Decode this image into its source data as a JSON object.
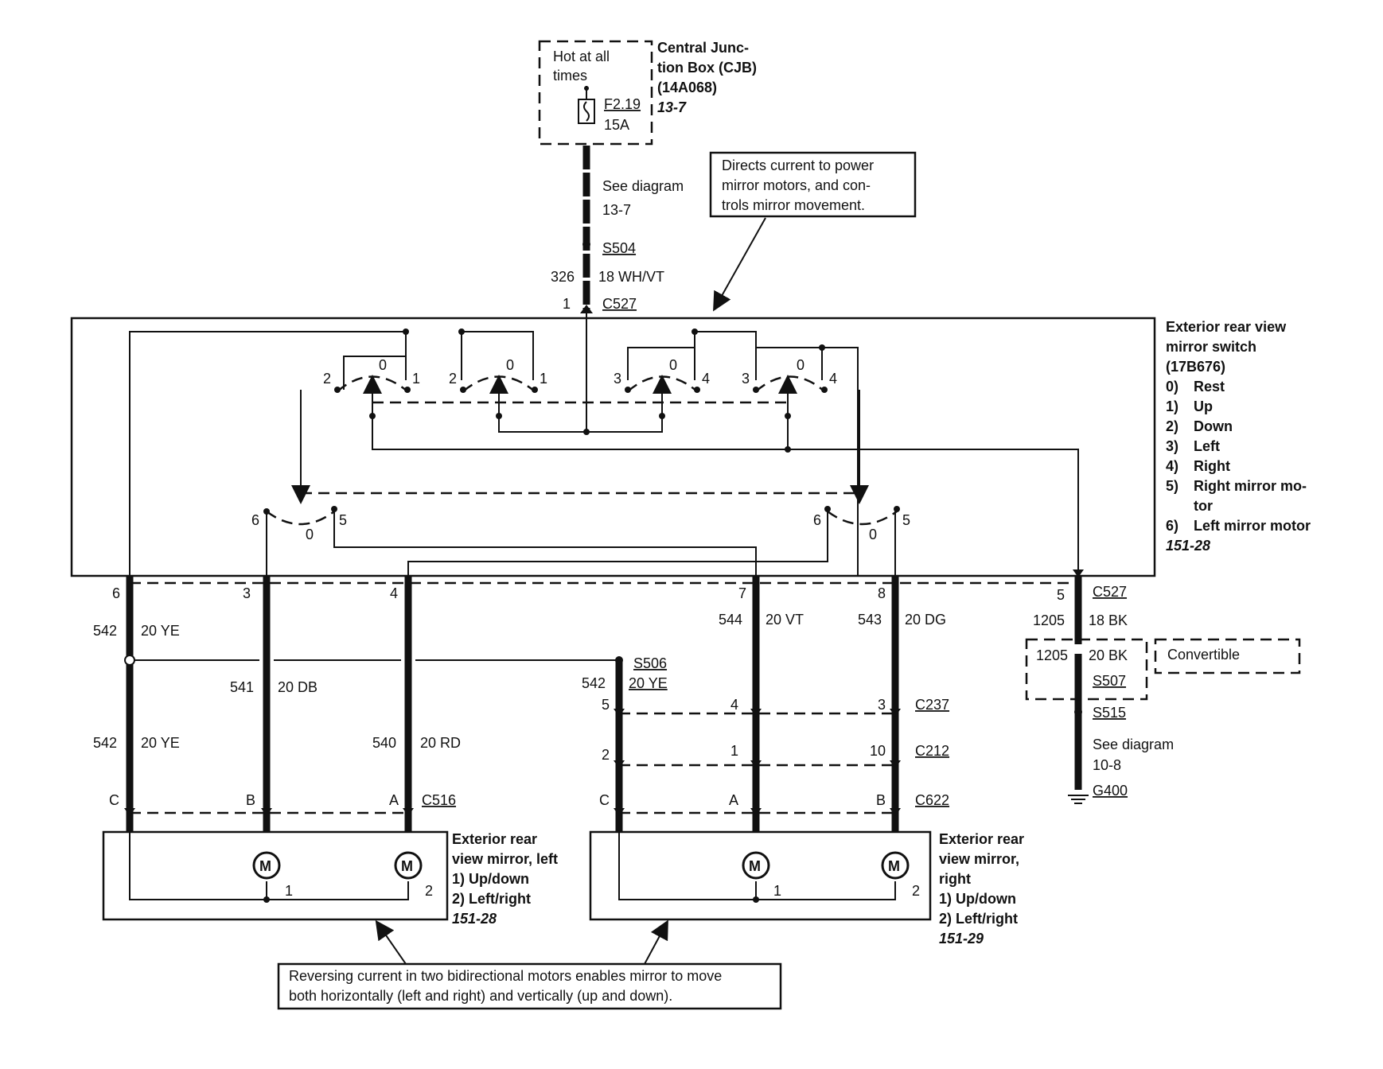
{
  "cjb": {
    "hot_text_1": "Hot at all",
    "hot_text_2": "times",
    "fuse_id": "F2.19",
    "fuse_rating": "15A",
    "title_1": "Central Junc-",
    "title_2": "tion Box (CJB)",
    "part": "(14A068)",
    "ref": "13-7"
  },
  "feed": {
    "see_1": "See diagram",
    "see_2": "13-7",
    "splice": "S504",
    "circuit": "326",
    "wire": "18 WH/VT",
    "pin": "1",
    "connector": "C527"
  },
  "callout_switch": {
    "line_1": "Directs current to power",
    "line_2": "mirror motors, and con-",
    "line_3": "trols mirror movement."
  },
  "switch": {
    "title_1": "Exterior rear view",
    "title_2": "mirror switch",
    "part": "(17B676)",
    "legend": [
      {
        "num": "0)",
        "text": "Rest"
      },
      {
        "num": "1)",
        "text": "Up"
      },
      {
        "num": "2)",
        "text": "Down"
      },
      {
        "num": "3)",
        "text": "Left"
      },
      {
        "num": "4)",
        "text": "Right"
      },
      {
        "num": "5)",
        "text": "Right mirror mo-"
      },
      {
        "num": "",
        "text": "tor"
      },
      {
        "num": "6)",
        "text": "Left mirror motor"
      }
    ],
    "ref": "151-28",
    "contacts": [
      "2",
      "0",
      "1",
      "2",
      "0",
      "1",
      "3",
      "0",
      "4",
      "3",
      "0",
      "4",
      "6",
      "0",
      "5",
      "6",
      "0",
      "5"
    ]
  },
  "wires_left": {
    "pin_6": "6",
    "pin_3": "3",
    "pin_4": "4",
    "c542a": "542",
    "w542a": "20 YE",
    "c541": "541",
    "w541": "20 DB",
    "c542b": "542",
    "w542b": "20 YE",
    "c540": "540",
    "w540": "20 RD",
    "pin_c": "C",
    "pin_b": "B",
    "pin_a": "A",
    "connector": "C516"
  },
  "wires_right": {
    "pin_7": "7",
    "pin_8": "8",
    "c544": "544",
    "w544": "20 VT",
    "c543": "543",
    "w543": "20 DG",
    "splice": "S506",
    "c542": "542",
    "w542": "20 YE",
    "p237_5": "5",
    "p237_4": "4",
    "p237_3": "3",
    "c237": "C237",
    "p212_2": "2",
    "p212_1": "1",
    "p212_10": "10",
    "c212": "C212",
    "p622_c": "C",
    "p622_a": "A",
    "p622_b": "B",
    "c622": "C622"
  },
  "ground": {
    "pin": "5",
    "connector": "C527",
    "c1205a": "1205",
    "w1205a": "18 BK",
    "c1205b": "1205",
    "w1205b": "20 BK",
    "s507": "S507",
    "convertible": "Convertible",
    "s515": "S515",
    "see_1": "See diagram",
    "see_2": "10-8",
    "g400": "G400"
  },
  "mirror_left": {
    "motor": "M",
    "pin1": "1",
    "pin2": "2",
    "title_1": "Exterior rear",
    "title_2": "view mirror, left",
    "l1": "1)  Up/down",
    "l2": "2)  Left/right",
    "ref": "151-28"
  },
  "mirror_right": {
    "motor": "M",
    "pin1": "1",
    "pin2": "2",
    "title_1": "Exterior rear",
    "title_2": "view mirror,",
    "title_3": "right",
    "l1": "1)  Up/down",
    "l2": "2)  Left/right",
    "ref": "151-29"
  },
  "callout_bottom": {
    "line_1": "Reversing current in two bidirectional motors enables mirror to move",
    "line_2": "both horizontally (left and right) and vertically (up and down)."
  }
}
